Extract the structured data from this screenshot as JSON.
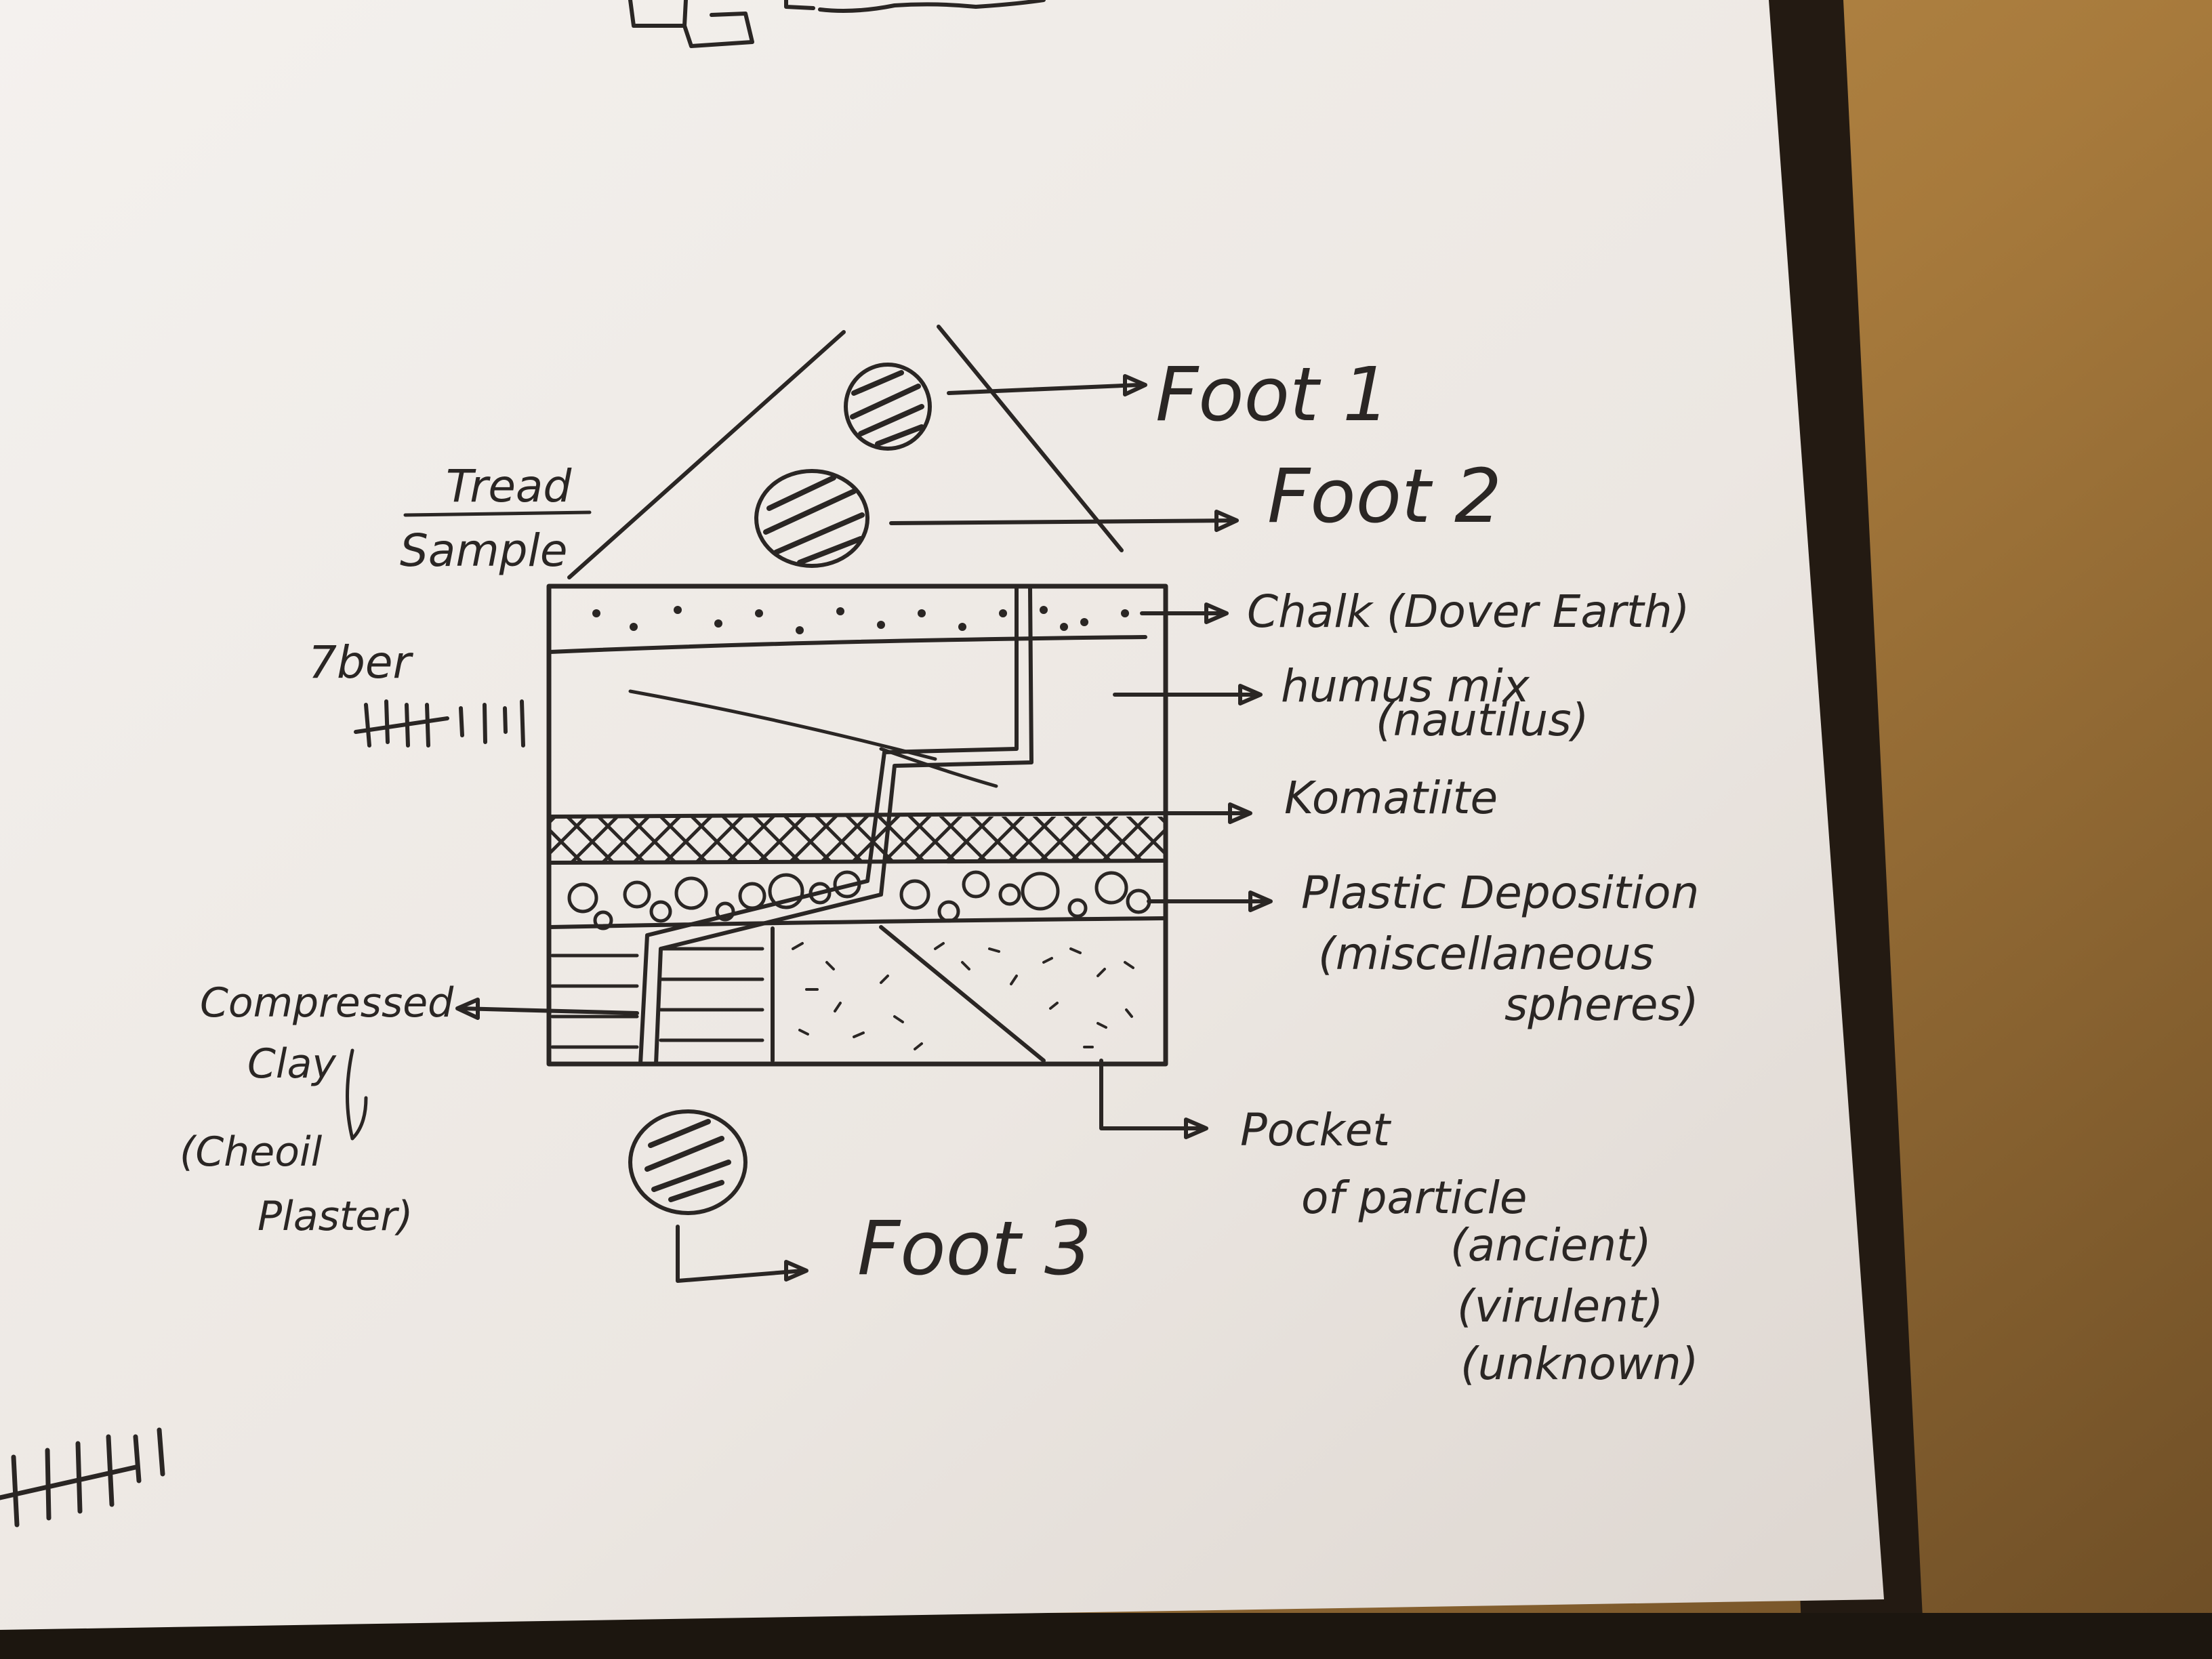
{
  "title": {
    "line1": "Tread",
    "line2": "Sample"
  },
  "feet": {
    "foot1": "Foot 1",
    "foot2": "Foot 2",
    "foot3": "Foot 3"
  },
  "layers": {
    "chalk": "Chalk (Dover Earth)",
    "humus_line1": "humus mix",
    "humus_line2": "(nautilus)",
    "komatiite": "Komatiite",
    "plastic_line1": "Plastic Deposition",
    "plastic_line2": "(miscellaneous",
    "plastic_line3": "spheres)",
    "clay_line1": "Compressed",
    "clay_line2": "Clay",
    "clay_line3": "(Cheoil",
    "clay_line4": "Plaster)",
    "pocket_line1": "Pocket",
    "pocket_line2": "of particle",
    "pocket_line3": "(ancient)",
    "pocket_line4": "(virulent)",
    "pocket_line5": "(unknown)"
  },
  "margin_notes": {
    "month": "7ber"
  },
  "colors": {
    "paper": "#f2eeea",
    "ink": "#2a2624",
    "table": "#b58a4a"
  }
}
